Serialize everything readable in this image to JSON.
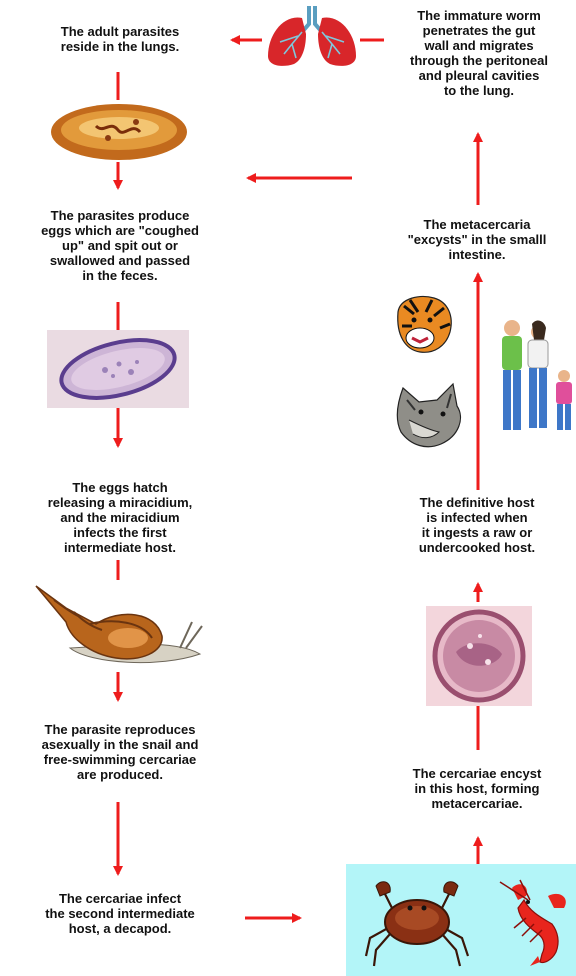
{
  "colors": {
    "arrow": "#ee1c1c",
    "background": "#ffffff",
    "crustacean_panel": "#b3f5f8"
  },
  "steps": {
    "adult": "The adult parasites\nreside in the lungs.",
    "eggs": "The parasites produce\neggs which are \"coughed\nup\" and spit out or\nswallowed and passed\nin the feces.",
    "hatch": "The eggs hatch\nreleasing a miracidium,\nand the miracidium\ninfects the first\nintermediate host.",
    "reproduce": "The parasite reproduces\nasexually in the snail and\nfree-swimming cercariae\nare produced.",
    "infect": "The cercariae infect\nthe second intermediate\nhost, a decapod.",
    "encyst": "The cercariae encyst\nin this host, forming\nmetacercariae.",
    "definitive": "The definitive host\nis infected when\nit ingests a raw or\nundercooked host.",
    "excyst": "The metacercaria\n\"excysts\" in the smalll\nintestine.",
    "migrate": "The immature worm\npenetrates the gut\nwall and migrates\nthrough the peritoneal\nand pleural cavities\nto the lung."
  },
  "images": {
    "lungs": "lungs-icon",
    "adult_worm": "adult-fluke-icon",
    "egg": "egg-icon",
    "snail": "snail-icon",
    "metacercaria": "metacercaria-icon",
    "tiger": "tiger-icon",
    "wolf": "wolf-icon",
    "family": "human-family-icon",
    "crab": "crab-icon",
    "crayfish": "crayfish-icon"
  }
}
